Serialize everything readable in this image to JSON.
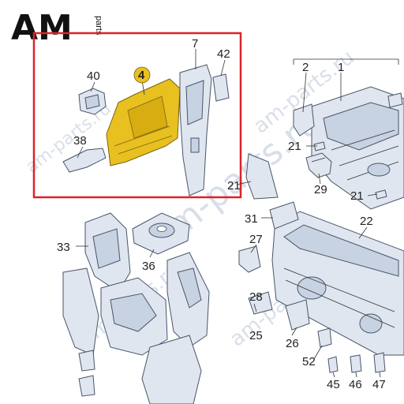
{
  "brand": {
    "logo_text": "AM",
    "logo_suffix": "parts"
  },
  "watermarks": [
    "am-parts.ru",
    "am-parts.ru",
    "am-parts.ru",
    "am-parts.ru",
    "am-parts.ru"
  ],
  "highlight": {
    "color": "#d9242a",
    "selected_part": "4",
    "selected_color": "#e8c020"
  },
  "callouts": {
    "c40": "40",
    "c4": "4",
    "c7": "7",
    "c42": "42",
    "c38": "38",
    "c2": "2",
    "c1": "1",
    "c21a": "21",
    "c21b": "21",
    "c21c": "21",
    "c29": "29",
    "c31": "31",
    "c22": "22",
    "c33": "33",
    "c36": "36",
    "c27": "27",
    "c28": "28",
    "c25": "25",
    "c26": "26",
    "c52": "52",
    "c45": "45",
    "c46": "46",
    "c47": "47"
  }
}
